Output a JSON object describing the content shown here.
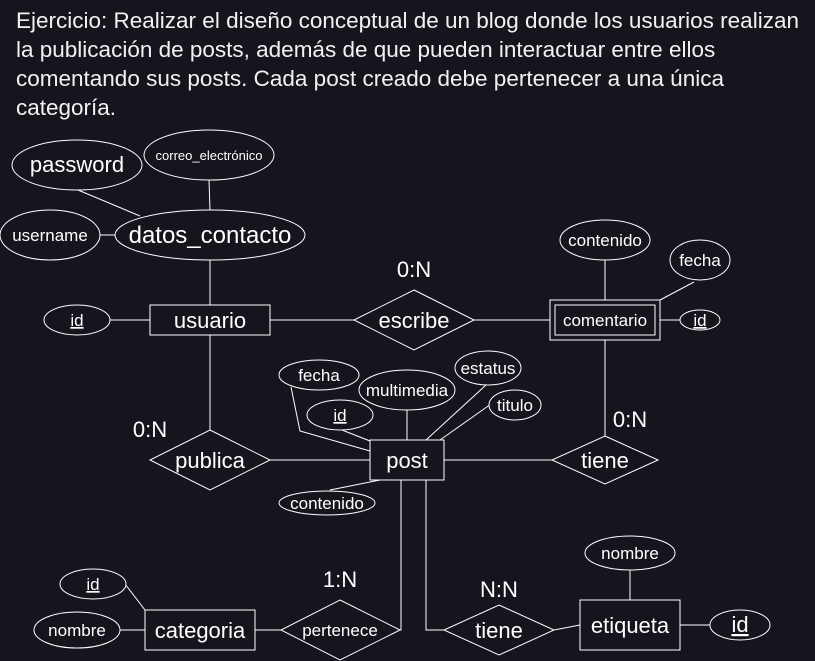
{
  "title": "Ejercicio: Realizar el diseño conceptual de un blog donde los usuarios realizan la publicación de posts, además de que pueden interactuar entre ellos comentando sus posts. Cada post creado debe pertenecer a una única categoría.",
  "entities": {
    "usuario": "usuario",
    "comentario": "comentario",
    "post": "post",
    "categoria": "categoria",
    "etiqueta": "etiqueta"
  },
  "relationships": {
    "escribe": "escribe",
    "publica": "publica",
    "tiene_comentario": "tiene",
    "pertenece": "pertenece",
    "tiene_etiqueta": "tiene"
  },
  "cardinalities": {
    "escribe": "0:N",
    "publica": "0:N",
    "tiene_comentario": "0:N",
    "pertenece": "1:N",
    "tiene_etiqueta": "N:N"
  },
  "attributes": {
    "password": "password",
    "correo_electronico": "correo_electrónico",
    "username": "username",
    "datos_contacto": "datos_contacto",
    "usuario_id": "id",
    "comentario_contenido": "contenido",
    "comentario_fecha": "fecha",
    "comentario_id": "id",
    "post_fecha": "fecha",
    "post_multimedia": "multimedia",
    "post_estatus": "estatus",
    "post_id": "id",
    "post_titulo": "titulo",
    "post_contenido": "contenido",
    "categoria_id": "id",
    "categoria_nombre": "nombre",
    "etiqueta_nombre": "nombre",
    "etiqueta_id": "id"
  }
}
